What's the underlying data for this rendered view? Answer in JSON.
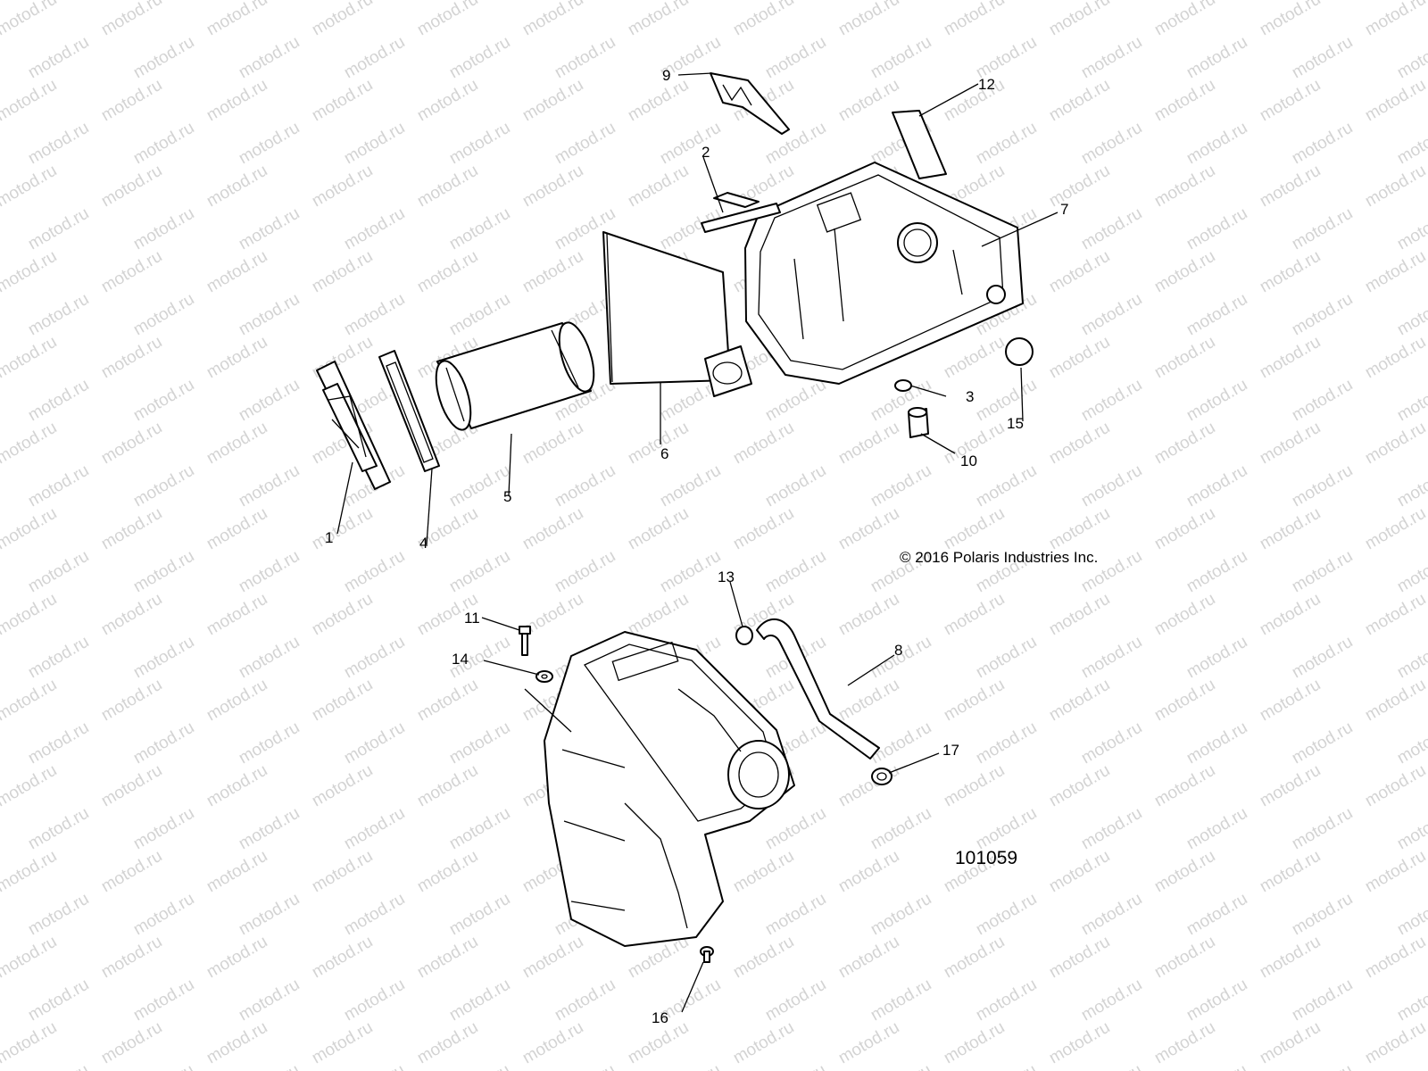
{
  "watermark": "motod.ru",
  "copyright": "© 2016 Polaris Industries Inc.",
  "diagram_number": "101059",
  "callouts": [
    "1",
    "2",
    "3",
    "4",
    "5",
    "6",
    "7",
    "8",
    "9",
    "10",
    "11",
    "12",
    "13",
    "14",
    "15",
    "16",
    "17"
  ]
}
